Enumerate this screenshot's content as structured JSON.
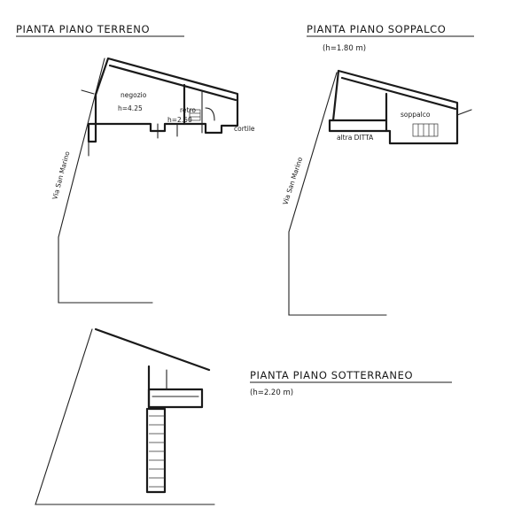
{
  "plans": {
    "ground": {
      "title": "PIANTA PIANO TERRENO",
      "street": "Via San Marino",
      "rooms": {
        "shop": "negozio",
        "shop_height": "h=4.25",
        "wc": "retro",
        "wc_height": "h=2.50",
        "yard": "cortile"
      }
    },
    "mezzanine": {
      "title": "PIANTA PIANO SOPPALCO",
      "height": "(h=1.80 m)",
      "street": "Via San Marino",
      "rooms": {
        "loft": "soppalco",
        "other_property": "altra DITTA"
      }
    },
    "basement": {
      "title": "PIANTA PIANO SOTTERRANEO",
      "height": "(h=2.20 m)"
    }
  },
  "colors": {
    "ink": "#1a1a1a",
    "paper": "#ffffff"
  }
}
